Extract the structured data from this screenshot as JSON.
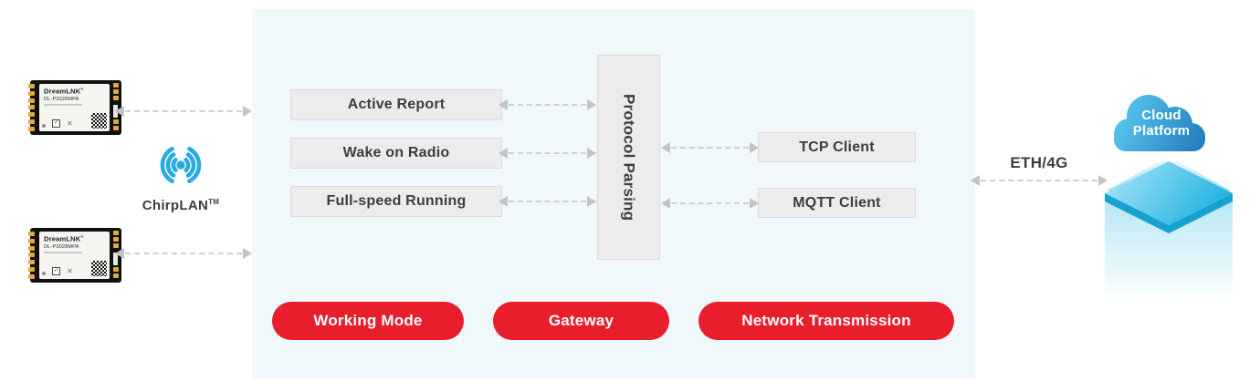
{
  "colors": {
    "accent-red": "#e81e2c",
    "chirp-blue": "#29abe2",
    "panel-bg": "#f0f8fb",
    "box-bg": "#ececec",
    "box-border": "#d9d9d9",
    "text-dark": "#3d3d3d"
  },
  "left": {
    "module": {
      "brand": "DreamLNK",
      "reg_mark": "®",
      "model": "DL-P3028MPA"
    },
    "chirplan": {
      "label": "ChirpLAN",
      "tm": "TM"
    }
  },
  "panel": {
    "working_modes": [
      "Active Report",
      "Wake on Radio",
      "Full-speed Running"
    ],
    "protocol": "Protocol Parsing",
    "clients": [
      "TCP Client",
      "MQTT Client"
    ],
    "tags": [
      "Working Mode",
      "Gateway",
      "Network Transmission"
    ]
  },
  "right": {
    "link_label": "ETH/4G",
    "cloud_line1": "Cloud",
    "cloud_line2": "Platform"
  }
}
